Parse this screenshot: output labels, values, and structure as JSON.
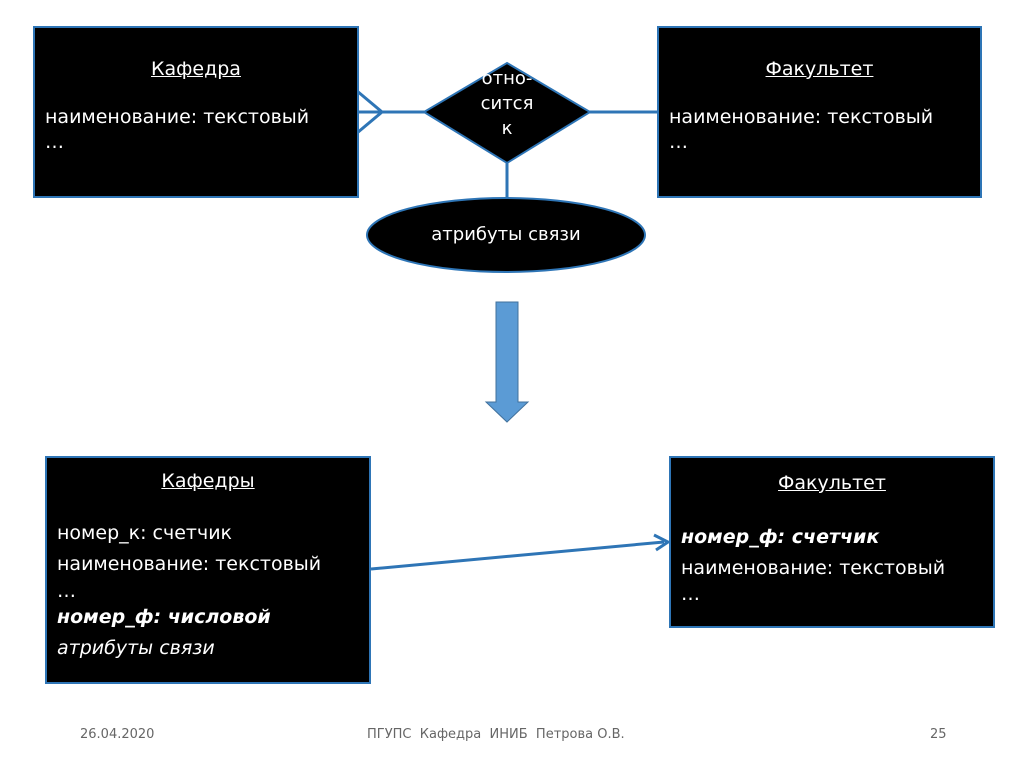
{
  "er_diagram": {
    "entity_left": {
      "title": "Кафедра",
      "attributes": [
        "наименование: текстовый",
        "…"
      ]
    },
    "relationship": {
      "label_lines": [
        "отно-",
        "сится",
        "к"
      ]
    },
    "relationship_attribute": {
      "label": "атрибуты связи"
    },
    "entity_right": {
      "title": "Факультет",
      "attributes": [
        "наименование: текстовый",
        "…"
      ]
    }
  },
  "transform_arrow": {
    "direction": "down",
    "color": "#5b9bd5"
  },
  "relational": {
    "table_left": {
      "title": "Кафедры",
      "attributes": [
        "номер_к: счетчик",
        "наименование: текстовый",
        "…"
      ],
      "foreign_key": "номер_ф: числовой",
      "relation_attrs": "атрибуты связи"
    },
    "table_right": {
      "title": "Факультет",
      "primary_key": "номер_ф: счетчик",
      "attributes": [
        "наименование: текстовый",
        "…"
      ]
    }
  },
  "footer": {
    "date": "26.04.2020",
    "center": "ПГУПС  Кафедра  ИНИБ  Петрова О.В.",
    "page": "25"
  },
  "colors": {
    "line": "#2e75b6",
    "arrow_fill": "#5b9bd5",
    "box": "#000000"
  }
}
